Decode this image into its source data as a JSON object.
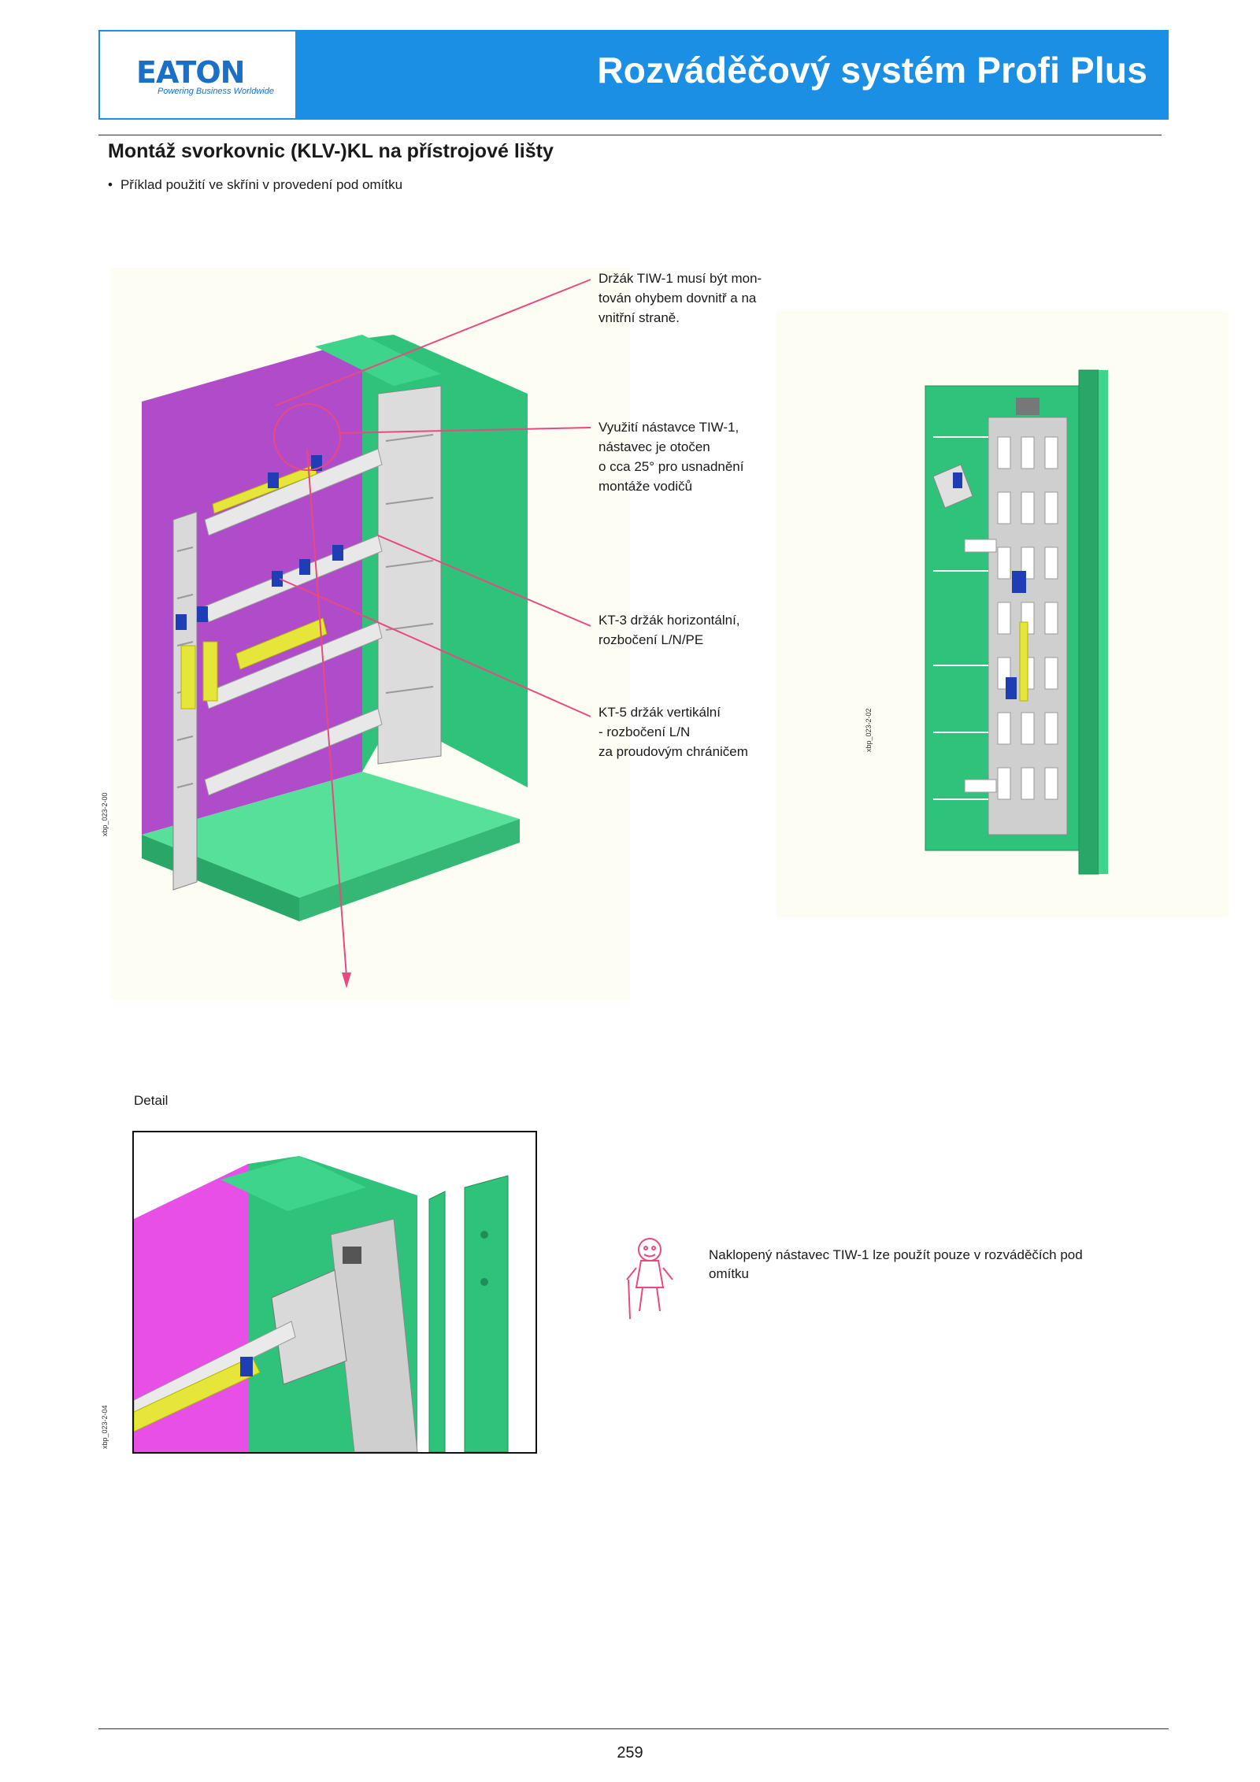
{
  "header": {
    "logo_text": "EATON",
    "logo_tagline": "Powering Business Worldwide",
    "title": "Rozváděčový systém Profi Plus",
    "brand_color": "#1a8fe3"
  },
  "section": {
    "title": "Montáž svorkovnic (KLV-)KL na přístrojové lišty",
    "bullets": [
      "Příklad použití ve skříni v provedení pod omítku"
    ]
  },
  "callouts": {
    "c1": [
      "Držák TIW-1 musí být mon-",
      "tován ohybem dovnitř a na",
      "vnitřní straně."
    ],
    "c2": [
      "Využití nástavce TIW-1,",
      "nástavec je otočen",
      "o cca 25° pro usnadnění",
      "montáže vodičů"
    ],
    "c3": [
      "KT-3 držák horizontální,",
      "rozbočení L/N/PE"
    ],
    "c4": [
      "KT-5 držák vertikální",
      "- rozbočení L/N",
      "za proudovým chráničem"
    ]
  },
  "figure_codes": {
    "main": "xbp_023-2-00",
    "side": "xbp_023-2-02",
    "detail": "xbp_023-2-04"
  },
  "detail_label": "Detail",
  "note": {
    "icon": "cartoon-note-icon",
    "text": "Naklopený nástavec TIW-1 lze použít pouze v rozváděčích pod omítku"
  },
  "colors": {
    "enclosure_green": "#2fc27a",
    "panel_magenta": "#b04bc9",
    "detail_magenta": "#e84fe6",
    "terminal_yellow": "#e6e63a",
    "holder_blue": "#1f3db5",
    "leader_pink": "#e84a7f"
  },
  "footer": {
    "page_number": "259"
  }
}
